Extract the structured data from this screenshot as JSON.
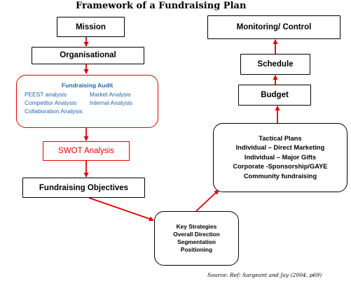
{
  "title": "Framework of a Fundraising Plan",
  "nodes": {
    "mission": "Mission",
    "organisational": "Organisational",
    "fundraising_audit": {
      "heading": "Fundraising Audit",
      "items": [
        "PEEST analysis",
        "Market Analysis",
        "Competitor Analysis",
        "Internal Analysis",
        "Collaboration Analysis"
      ]
    },
    "swot": "SWOT Analysis",
    "objectives": "Fundraising Objectives",
    "key_strategies": [
      "Key Strategies",
      "Overall Direction",
      "Segmentation",
      "Positioning"
    ],
    "tactical_plans": [
      "Tactical Plans",
      "Individual – Direct Marketing",
      "Individual – Major Gifts",
      "Corporate -Sponsorship/GAYE",
      "Community fundraising"
    ],
    "budget": "Budget",
    "schedule": "Schedule",
    "monitoring": "Monitoring/ Control"
  },
  "source": "Source: Ref: Sargeant and Jay (2004, p69)",
  "colors": {
    "arrow": "#e00000",
    "audit_text": "#1f64b0",
    "swot_text": "#e00000",
    "border": "#000000"
  }
}
